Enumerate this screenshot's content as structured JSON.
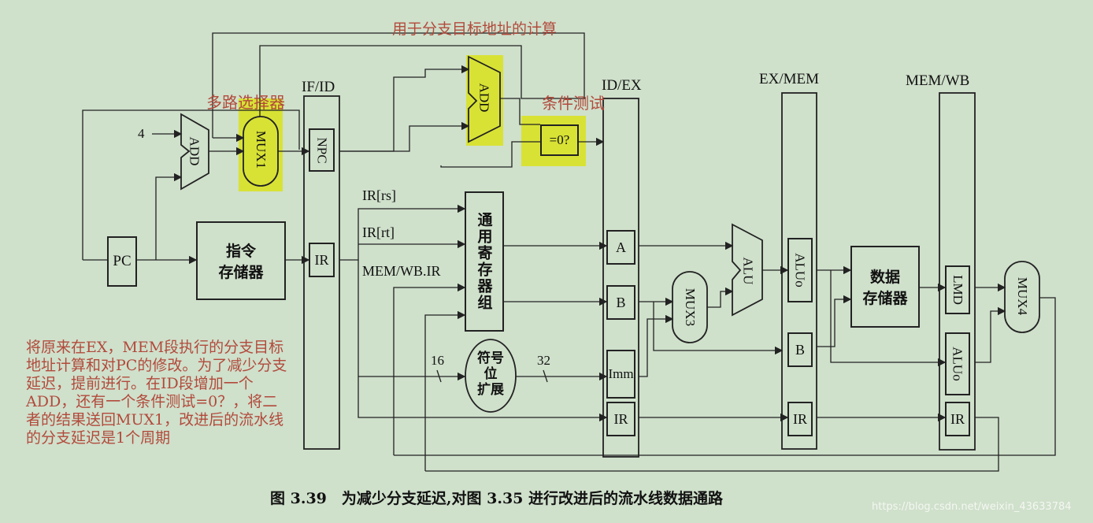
{
  "stages": {
    "ifid": "IF/ID",
    "idex": "ID/EX",
    "exmem": "EX/MEM",
    "memwb": "MEM/WB"
  },
  "units": {
    "pc": "PC",
    "imem": "指令\n存储器",
    "add1": "ADD",
    "add2": "ADD",
    "mux1": "MUX1",
    "npc": "NPC",
    "ir_ifid": "IR",
    "regfile": "通用寄存器组",
    "signext": "符号\n位\n扩展",
    "zero_test": "=0?",
    "a": "A",
    "b_idex": "B",
    "imm": "Imm",
    "ir_idex": "IR",
    "mux3": "MUX3",
    "alu": "ALU",
    "aluo_exmem": "ALUo",
    "b_exmem": "B",
    "ir_exmem": "IR",
    "dmem": "数据\n存储器",
    "lmd": "LMD",
    "aluo_memwb": "ALUo",
    "ir_memwb": "IR",
    "mux4": "MUX4"
  },
  "signals": {
    "const4": "4",
    "ir_rs": "IR[rs]",
    "ir_rt": "IR[rt]",
    "memwb_ir": "MEM/WB.IR",
    "w16": "16",
    "w32": "32"
  },
  "annotations": {
    "branch_calc": "用于分支目标地址的计算",
    "mux": "多路选择器",
    "cond_test": "条件测试",
    "explain": "将原来在EX，MEM段执行的分支目标地址计算和对PC的修改。为了减少分支延迟，提前进行。在ID段增加一个ADD，还有一个条件测试=0？，将二者的结果送回MUX1，改进后的流水线的分支延迟是1个周期"
  },
  "caption": "图 3.39　为减少分支延迟,对图 3.35 进行改进后的流水线数据通路",
  "watermark": "https://blog.csdn.net/weixin_43633784",
  "colors": {
    "background": "#cfe0cb",
    "highlight": "#d9e21b",
    "annotation": "#b24a3c",
    "line": "#222222"
  }
}
